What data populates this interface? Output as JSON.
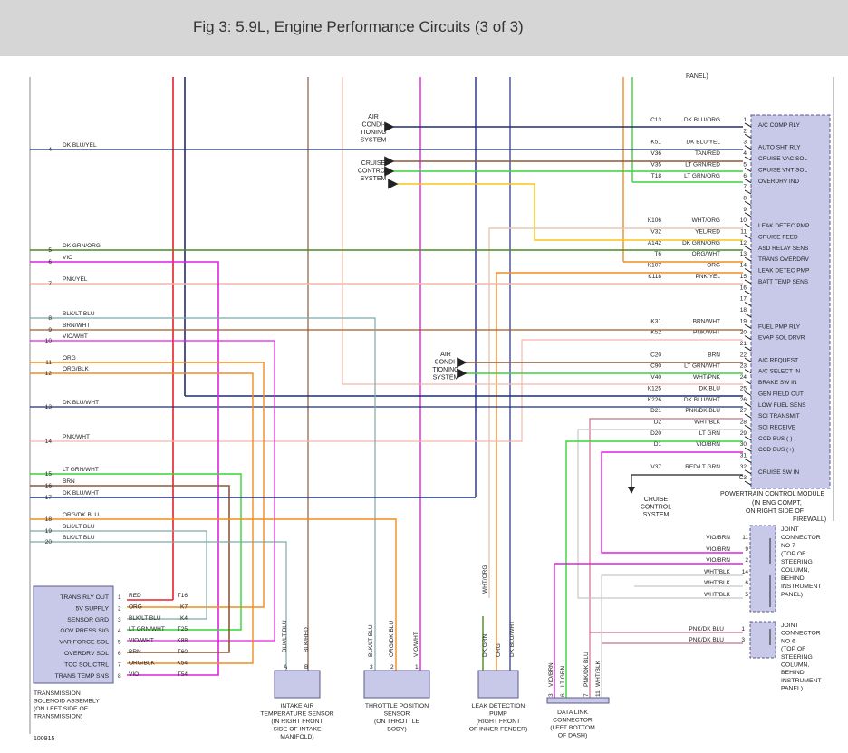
{
  "title": "Fig 3: 5.9L, Engine Performance Circuits (3 of 3)",
  "figure_number": "100915",
  "colors": {
    "red": "#e8202a",
    "navy": "#1f2e6e",
    "brown": "#8b5a3c",
    "pink": "#f4b7a8",
    "violet": "#e020e0",
    "dkblue": "#1f2e80",
    "tan": "#c89a5a",
    "ltgrn": "#39d339",
    "dkgrn": "#4a8a20",
    "orange": "#f28c1e",
    "yellow": "#f5c518",
    "teal": "#7fa8a8",
    "brnwht": "#a05a2a",
    "pnkdkblu": "#c87090",
    "whtblk": "#c8c8c8",
    "whtgrn": "#e8c8b0",
    "ltpink": "#f0b0c0"
  },
  "pcm": {
    "name": "POWERTRAIN CONTROL MODULE",
    "loc1": "(IN ENG COMPT,",
    "loc2": "ON RIGHT SIDE OF",
    "loc3": "FIREWALL)",
    "panel_top": "PANEL)",
    "pins": [
      {
        "pin": "1",
        "circuit": "C13",
        "wire": "DK BLU/ORG",
        "label": "A/C COMP RLY"
      },
      {
        "pin": "2",
        "circuit": "",
        "wire": "",
        "label": ""
      },
      {
        "pin": "3",
        "circuit": "K51",
        "wire": "DK BLU/YEL",
        "label": "AUTO SHT RLY"
      },
      {
        "pin": "4",
        "circuit": "V36",
        "wire": "TAN/RED",
        "label": "CRUISE VAC SOL"
      },
      {
        "pin": "5",
        "circuit": "V35",
        "wire": "LT GRN/RED",
        "label": "CRUISE VNT SOL"
      },
      {
        "pin": "6",
        "circuit": "T18",
        "wire": "LT GRN/ORG",
        "label": "OVERDRV IND"
      },
      {
        "pin": "7",
        "circuit": "",
        "wire": "",
        "label": ""
      },
      {
        "pin": "8",
        "circuit": "",
        "wire": "",
        "label": ""
      },
      {
        "pin": "9",
        "circuit": "",
        "wire": "",
        "label": ""
      },
      {
        "pin": "10",
        "circuit": "K106",
        "wire": "WHT/ORG",
        "label": "LEAK DETEC PMP"
      },
      {
        "pin": "11",
        "circuit": "V32",
        "wire": "YEL/RED",
        "label": "CRUISE FEED"
      },
      {
        "pin": "12",
        "circuit": "A142",
        "wire": "DK GRN/ORG",
        "label": "ASD RELAY SENS"
      },
      {
        "pin": "13",
        "circuit": "T6",
        "wire": "ORG/WHT",
        "label": "TRANS OVERDRV"
      },
      {
        "pin": "14",
        "circuit": "K107",
        "wire": "ORG",
        "label": "LEAK DETEC PMP"
      },
      {
        "pin": "15",
        "circuit": "K118",
        "wire": "PNK/YEL",
        "label": "BATT TEMP SENS"
      },
      {
        "pin": "16",
        "circuit": "",
        "wire": "",
        "label": ""
      },
      {
        "pin": "17",
        "circuit": "",
        "wire": "",
        "label": ""
      },
      {
        "pin": "18",
        "circuit": "",
        "wire": "",
        "label": ""
      },
      {
        "pin": "19",
        "circuit": "K31",
        "wire": "BRN/WHT",
        "label": "FUEL PMP RLY"
      },
      {
        "pin": "20",
        "circuit": "K52",
        "wire": "PNK/WHT",
        "label": "EVAP SOL DRVR"
      },
      {
        "pin": "21",
        "circuit": "",
        "wire": "",
        "label": ""
      },
      {
        "pin": "22",
        "circuit": "C20",
        "wire": "BRN",
        "label": "A/C REQUEST"
      },
      {
        "pin": "23",
        "circuit": "C90",
        "wire": "LT GRN/WHT",
        "label": "A/C SELECT IN"
      },
      {
        "pin": "24",
        "circuit": "V40",
        "wire": "WHT/PNK",
        "label": "BRAKE SW IN"
      },
      {
        "pin": "25",
        "circuit": "K125",
        "wire": "DK BLU",
        "label": "GEN FIELD OUT"
      },
      {
        "pin": "26",
        "circuit": "K226",
        "wire": "DK BLU/WHT",
        "label": "LOW FUEL SENS"
      },
      {
        "pin": "27",
        "circuit": "D21",
        "wire": "PNK/DK BLU",
        "label": "SCI TRANSMIT"
      },
      {
        "pin": "28",
        "circuit": "D2",
        "wire": "WHT/BLK",
        "label": "SCI RECEIVE"
      },
      {
        "pin": "29",
        "circuit": "D20",
        "wire": "LT GRN",
        "label": "CCD BUS (-)"
      },
      {
        "pin": "30",
        "circuit": "D1",
        "wire": "VIO/BRN",
        "label": "CCD BUS (+)"
      },
      {
        "pin": "31",
        "circuit": "",
        "wire": "",
        "label": ""
      },
      {
        "pin": "32",
        "circuit": "V37",
        "wire": "RED/LT GRN",
        "label": "CRUISE SW IN"
      },
      {
        "pin": "C3",
        "circuit": "",
        "wire": "",
        "label": ""
      }
    ]
  },
  "left_wires": [
    {
      "pin": "4",
      "wire": "DK BLU/YEL"
    },
    {
      "pin": "5",
      "wire": "DK GRN/ORG"
    },
    {
      "pin": "6",
      "wire": "VIO"
    },
    {
      "pin": "7",
      "wire": "PNK/YEL"
    },
    {
      "pin": "8",
      "wire": "BLK/LT BLU"
    },
    {
      "pin": "9",
      "wire": "BRN/WHT"
    },
    {
      "pin": "10",
      "wire": "VIO/WHT"
    },
    {
      "pin": "11",
      "wire": "ORG"
    },
    {
      "pin": "12",
      "wire": "ORG/BLK"
    },
    {
      "pin": "13",
      "wire": "DK BLU/WHT"
    },
    {
      "pin": "14",
      "wire": "PNK/WHT"
    },
    {
      "pin": "15",
      "wire": "LT GRN/WHT"
    },
    {
      "pin": "16",
      "wire": "BRN"
    },
    {
      "pin": "17",
      "wire": "DK BLU/WHT"
    },
    {
      "pin": "18",
      "wire": "ORG/DK BLU"
    },
    {
      "pin": "19",
      "wire": "BLK/LT BLU"
    },
    {
      "pin": "20",
      "wire": "BLK/LT BLU"
    }
  ],
  "ac_system_top": [
    "AIR",
    "CONDI-",
    "TIONING",
    "SYSTEM"
  ],
  "cruise_system": [
    "CRUISE",
    "CONTROL",
    "SYSTEM"
  ],
  "ac_system_mid": [
    "AIR",
    "CONDI-",
    "TIONING",
    "SYSTEM"
  ],
  "cruise_system_bottom": [
    "CRUISE",
    "CONTROL",
    "SYSTEM"
  ],
  "transmission": {
    "pins": [
      {
        "pin": "1",
        "wire": "RED",
        "circuit": "T16",
        "label": "TRANS RLY OUT"
      },
      {
        "pin": "2",
        "wire": "ORG",
        "circuit": "K7",
        "label": "5V SUPPLY"
      },
      {
        "pin": "3",
        "wire": "BLK/LT BLU",
        "circuit": "K4",
        "label": "SENSOR GRD"
      },
      {
        "pin": "4",
        "wire": "LT GRN/WHT",
        "circuit": "T25",
        "label": "GOV PRESS SIG"
      },
      {
        "pin": "5",
        "wire": "VIO/WHT",
        "circuit": "K88",
        "label": "VAR FORCE SOL"
      },
      {
        "pin": "6",
        "wire": "BRN",
        "circuit": "T60",
        "label": "OVERDRV SOL"
      },
      {
        "pin": "7",
        "wire": "ORG/BLK",
        "circuit": "K54",
        "label": "TCC SOL CTRL"
      },
      {
        "pin": "8",
        "wire": "VIO",
        "circuit": "T54",
        "label": "TRANS TEMP SNS"
      }
    ],
    "caption": [
      "TRANSMISSION",
      "SOLENOID ASSEMBLY",
      "(ON LEFT SIDE OF",
      "TRANSMISSION)"
    ]
  },
  "iat": {
    "wires": [
      "BLK/LT BLU",
      "BLK/RED"
    ],
    "pins": [
      "A",
      "B"
    ],
    "caption": [
      "INTAKE AIR",
      "TEMPERATURE SENSOR",
      "(IN RIGHT FRONT",
      "SIDE OF INTAKE",
      "MANIFOLD)"
    ]
  },
  "tps": {
    "wires": [
      "BLK/LT BLU",
      "ORG/DK BLU",
      "VIO/WHT"
    ],
    "pins": [
      "3",
      "2",
      "1"
    ],
    "caption": [
      "THROTTLE POSITION",
      "SENSOR",
      "(ON THROTTLE",
      "BODY)"
    ]
  },
  "ldp": {
    "wires": [
      "WHT/ORG",
      "DK GRN",
      "ORG",
      "DK BLU/WHT"
    ],
    "caption": [
      "LEAK DETECTION",
      "PUMP",
      "(RIGHT FRONT",
      "OF INNER FENDER)"
    ]
  },
  "dlc": {
    "wires": [
      {
        "pin": "3",
        "wire": "VIO/BRN"
      },
      {
        "pin": "6",
        "wire": "LT GRN"
      },
      {
        "pin": "7",
        "wire": "PNK/DK BLU"
      },
      {
        "pin": "11",
        "wire": "WHT/BLK"
      }
    ],
    "caption": [
      "DATA LINK",
      "CONNECTOR",
      "(LEFT BOTTOM",
      "OF DASH)"
    ]
  },
  "jc7": {
    "rows": [
      {
        "wire": "VIO/BRN",
        "pin": "11"
      },
      {
        "wire": "VIO/BRN",
        "pin": "9"
      },
      {
        "wire": "VIO/BRN",
        "pin": "2"
      },
      {
        "wire": "WHT/BLK",
        "pin": "14"
      },
      {
        "wire": "WHT/BLK",
        "pin": "6"
      },
      {
        "wire": "WHT/BLK",
        "pin": "5"
      }
    ],
    "caption": [
      "JOINT",
      "CONNECTOR",
      "NO 7",
      "(TOP OF",
      "STEERING",
      "COLUMN,",
      "BEHIND",
      "INSTRUMENT",
      "PANEL)"
    ]
  },
  "jc6": {
    "rows": [
      {
        "wire": "PNK/DK BLU",
        "pin": "1"
      },
      {
        "wire": "PNK/DK BLU",
        "pin": "3"
      }
    ],
    "caption": [
      "JOINT",
      "CONNECTOR",
      "NO 6",
      "(TOP OF",
      "STEERING",
      "COLUMN,",
      "BEHIND",
      "INSTRUMENT",
      "PANEL)"
    ]
  }
}
